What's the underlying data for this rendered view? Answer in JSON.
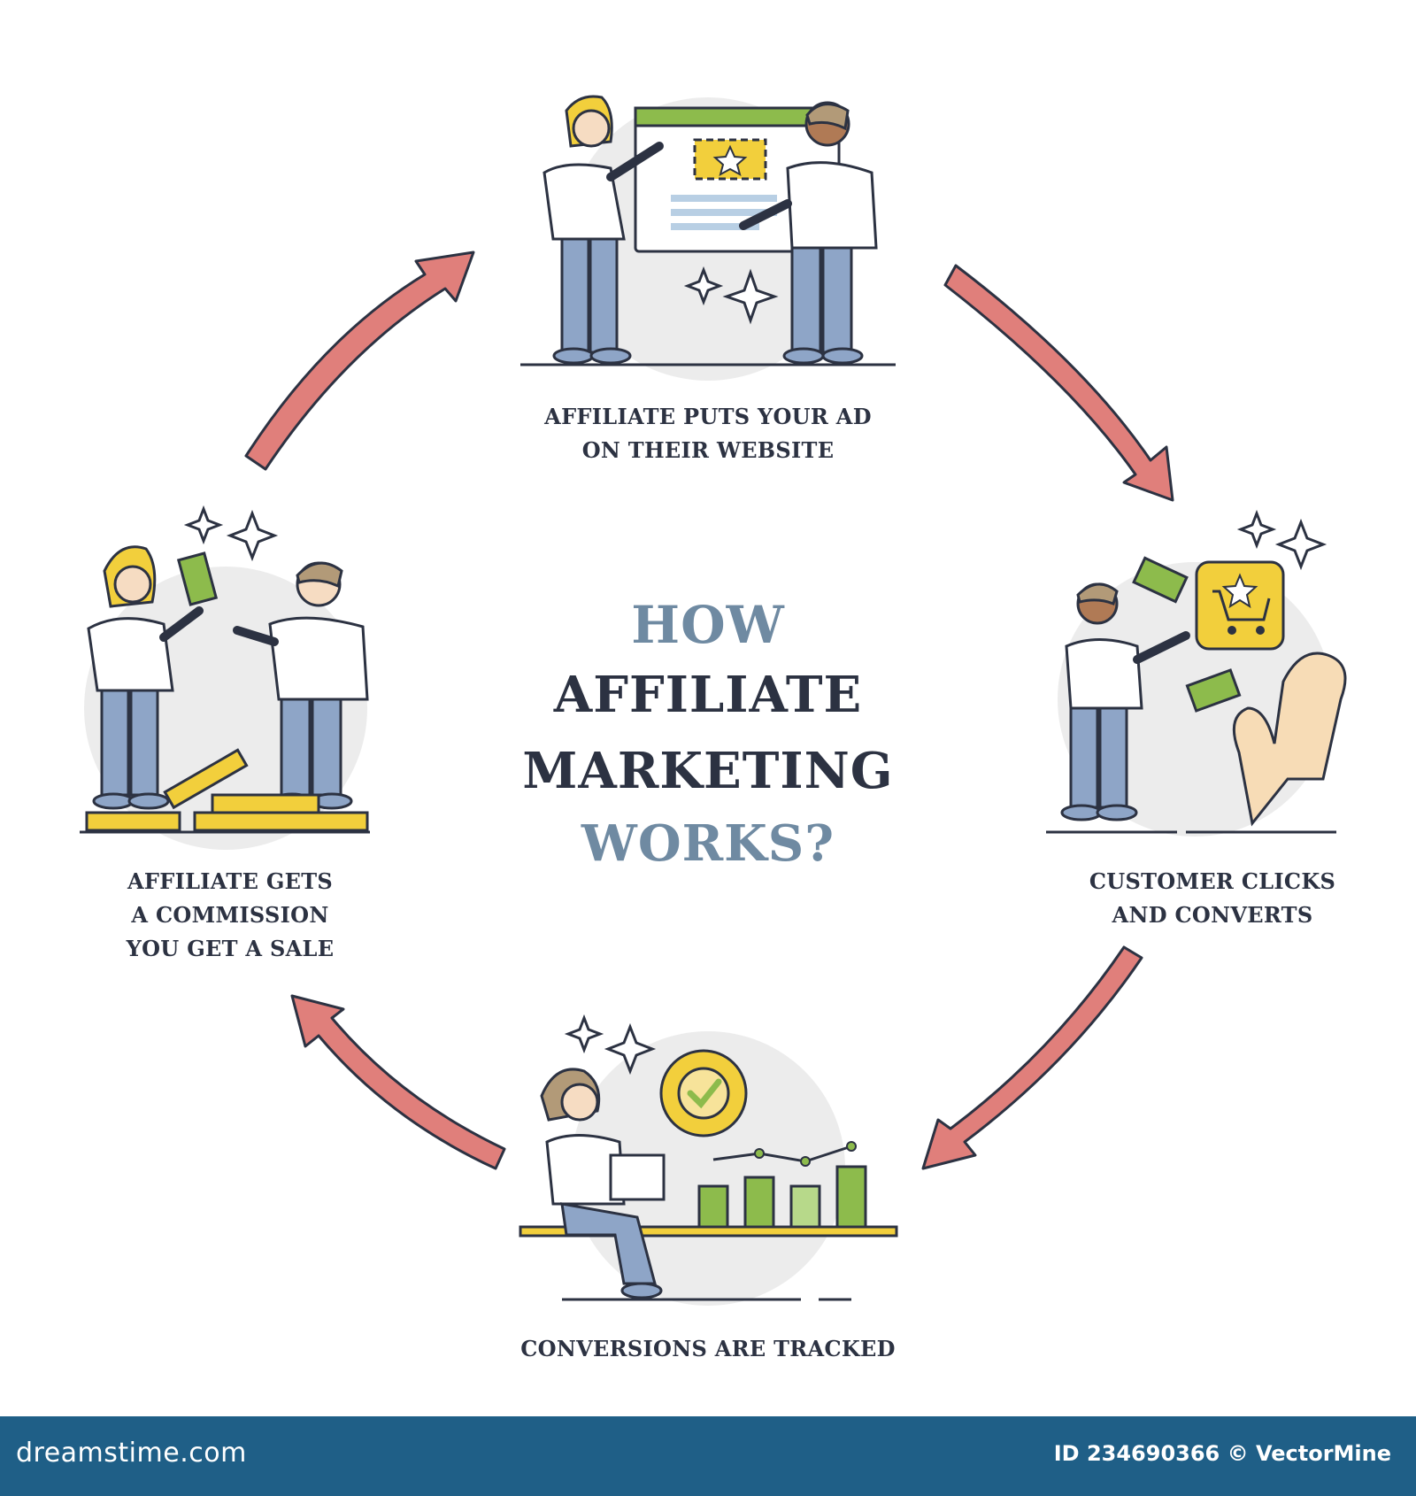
{
  "title": {
    "line1": "HOW",
    "line2": "AFFILIATE",
    "line3": "MARKETING",
    "line4": "WORKS?"
  },
  "steps": [
    {
      "id": "step-1",
      "lines": [
        "AFFILIATE PUTS YOUR AD",
        "ON THEIR WEBSITE"
      ]
    },
    {
      "id": "step-2",
      "lines": [
        "CUSTOMER CLICKS",
        "AND CONVERTS"
      ]
    },
    {
      "id": "step-3",
      "lines": [
        "CONVERSIONS ARE TRACKED"
      ]
    },
    {
      "id": "step-4",
      "lines": [
        "AFFILIATE GETS",
        "A COMMISSION",
        "YOU GET A SALE"
      ]
    }
  ],
  "footer": {
    "site": "dreamstime.com",
    "id_credit": "ID 234690366 © VectorMine"
  },
  "colors": {
    "title_dark": "#2c3242",
    "title_light": "#6f8aa2",
    "arrow_fill": "#e07f7b",
    "outline": "#2c3242",
    "yellow": "#f2cf3c",
    "green": "#8dbb4c",
    "blue_jeans": "#8ea5c7",
    "footer_bg": "#1f5f87"
  }
}
